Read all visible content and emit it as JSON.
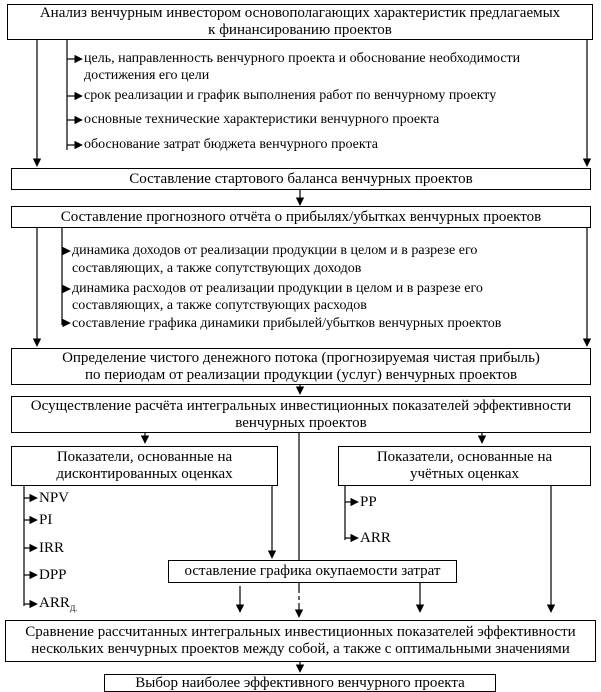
{
  "box_analysis": [
    "Анализ венчурным инвестором основополагающих характеристик предлагаемых",
    "к финансированию проектов"
  ],
  "analysis_items": [
    "цель, направленность венчурного проекта и обоснование необходимости",
    "достижения его цели",
    "срок реализации и график выполнения работ по венчурному проекту",
    "основные технические характеристики венчурного проекта",
    "обоснование затрат бюджета венчурного проекта"
  ],
  "box_balance": "Составление стартового баланса венчурных проектов",
  "box_forecast": "Составление прогнозного отчёта о прибылях/убытках венчурных проектов",
  "forecast_items": [
    "динамика доходов от реализации продукции в целом и в разрезе его",
    "составляющих, а также сопутствующих доходов",
    "динамика расходов от реализации продукции в целом и в разрезе его",
    "составляющих, а также сопутствующих расходов",
    "составление графика динамики прибылей/убытков венчурных проектов"
  ],
  "box_cashflow": [
    "Определение чистого денежного потока (прогнозируемая чистая прибыль)",
    "по периодам от реализации продукции (услуг) венчурных проектов"
  ],
  "box_integral": [
    "Осуществление расчёта интегральных инвестиционных показателей эффективности",
    "венчурных проектов"
  ],
  "box_discount": [
    "Показатели, основанные на",
    "дисконтированных оценках"
  ],
  "box_accounting": [
    "Показатели, основанные на",
    "учётных оценках"
  ],
  "discount_items": [
    "NPV",
    "PI",
    "IRR",
    "DPP",
    "ARR"
  ],
  "arr_subscript": "Д.",
  "accounting_items": [
    "PP",
    "ARR"
  ],
  "box_payback": "оставление графика окупаемости затрат",
  "box_compare": [
    "Сравнение рассчитанных интегральных инвестиционных показателей эффективности",
    "нескольких венчурных проектов между собой, а также с оптимальными значениями"
  ],
  "box_choice": "Выбор наиболее эффективного венчурного проекта"
}
